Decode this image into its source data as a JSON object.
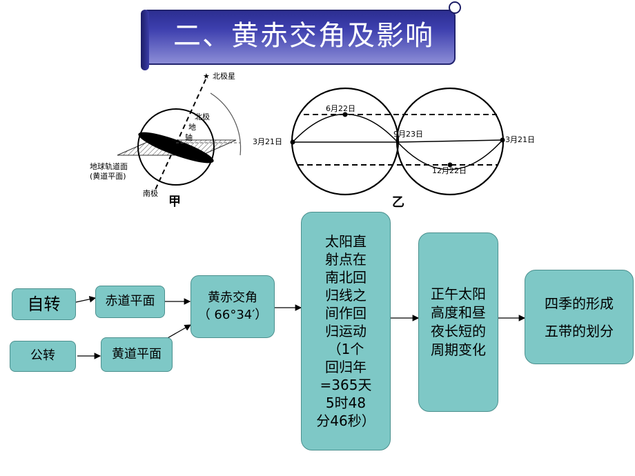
{
  "title": "二、黄赤交角及影响",
  "figure_a": {
    "label": "甲",
    "north_star": "北极星",
    "north_pole": "北极",
    "south_pole": "南极",
    "axis_label_1": "地",
    "axis_label_2": "轴",
    "plane_label_1": "地球轨道面",
    "plane_label_2": "(黄道平面)"
  },
  "figure_b": {
    "label": "乙",
    "mar21_left": "3月21日",
    "jun22": "6月22日",
    "sep23": "9月23日",
    "dec22": "12月22日",
    "mar21_right": "3月21日"
  },
  "flow": {
    "rotation": "自转",
    "revolution": "公转",
    "equator_plane": "赤道平面",
    "ecliptic_plane": "黄道平面",
    "obliquity_line1": "黄赤交角",
    "obliquity_line2": "（ 66°34′）",
    "subsolar": [
      "太阳直",
      "射点在",
      "南北回",
      "归线之",
      "间作回",
      "归运动",
      "（1个",
      "回归年",
      "=365天",
      "5时48",
      "分46秒）"
    ],
    "noon_sun": [
      "正午太阳",
      "高度和昼",
      "夜长短的",
      "周期变化"
    ],
    "seasons_line1": "四季的形成",
    "seasons_line2": "五带的划分"
  },
  "colors": {
    "banner": "#3d3fae",
    "box_fill": "#7ec8c6",
    "box_border": "#4a8f8d"
  }
}
